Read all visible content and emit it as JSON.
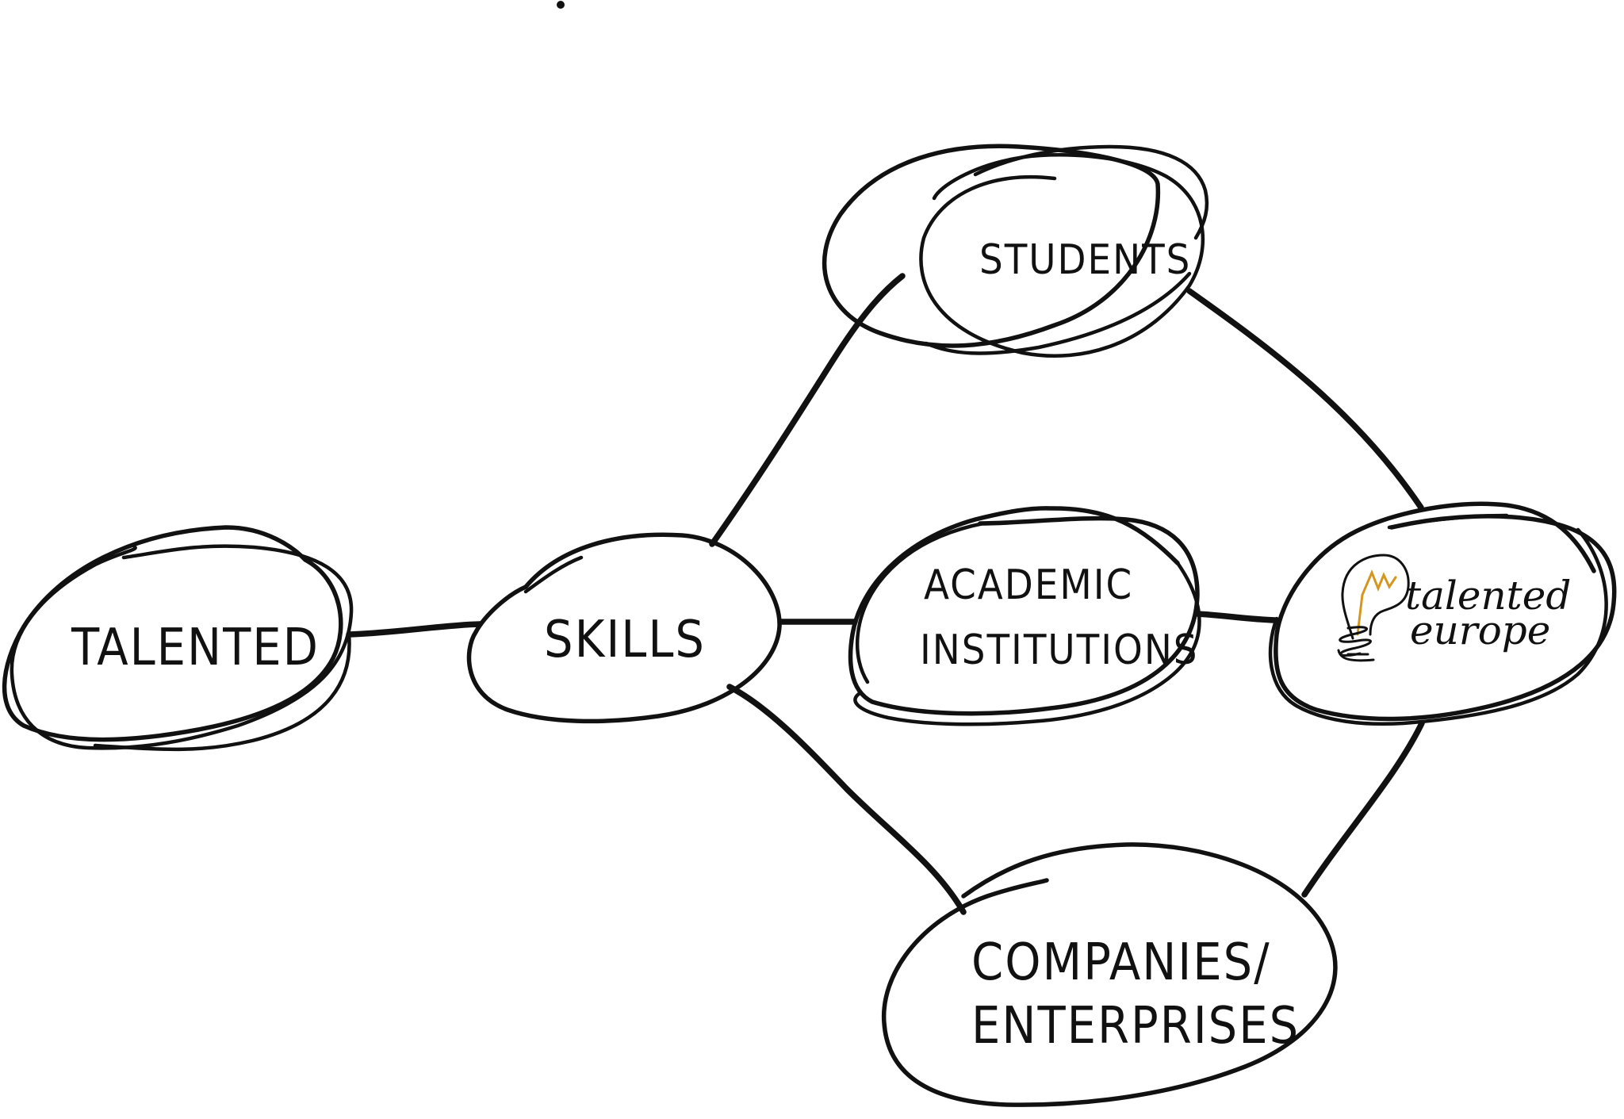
{
  "nodes": {
    "talented": {
      "line1": "TALENTED"
    },
    "skills": {
      "line1": "SKILLS"
    },
    "students": {
      "line1": "STUDENTS"
    },
    "academic": {
      "line1": "ACADEMIC",
      "line2": "INSTITUTIONS"
    },
    "logo": {
      "line1": "talented",
      "line2": "europe"
    },
    "companies": {
      "line1": "COMPANIES/",
      "line2": "ENTERPRISES"
    }
  },
  "colors": {
    "ink": "#111111",
    "logo_accent": "#d4961e",
    "background": "#ffffff"
  },
  "icons": {
    "logo_icon": "lightbulb-icon"
  }
}
